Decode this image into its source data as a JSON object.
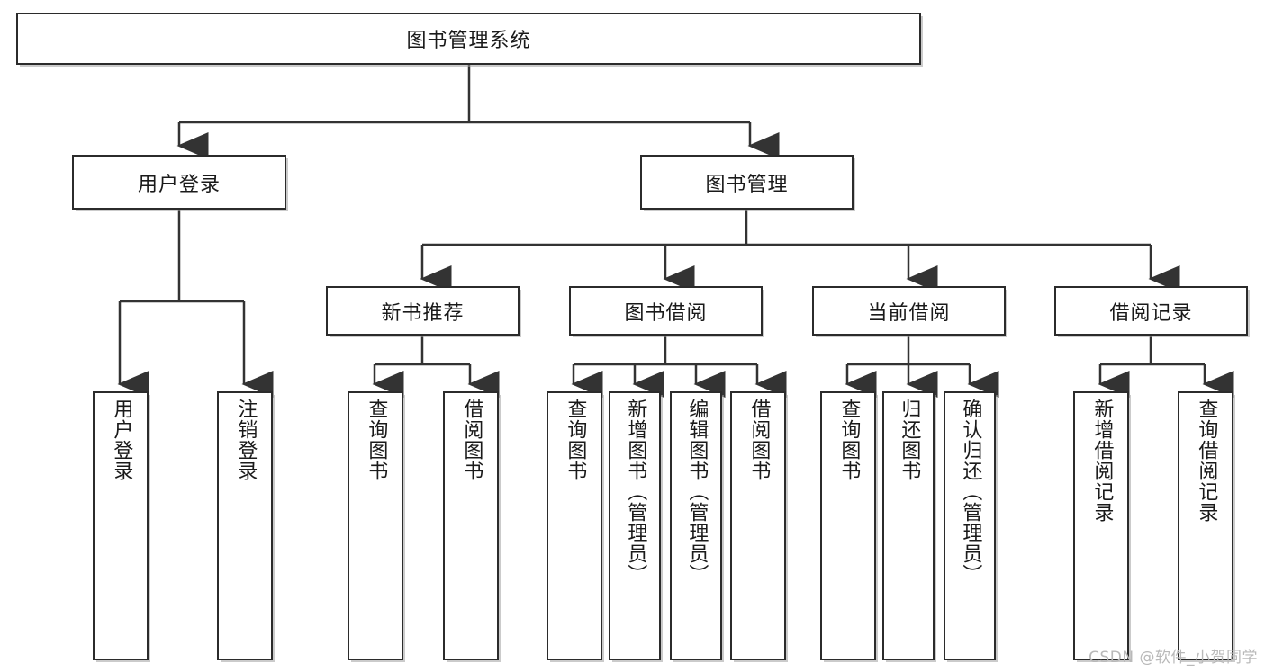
{
  "diagram": {
    "type": "tree-hierarchy",
    "title": "图书管理系统",
    "watermark": "CSDN @软件_小贺同学",
    "colors": {
      "box_border": "#2b2b2b",
      "box_fill": "#ffffff",
      "connector": "#333333",
      "watermark": "#b9b9b9",
      "background": "#ffffff"
    },
    "nodes": {
      "root": {
        "label": "图书管理系统",
        "level": 0
      },
      "l1": [
        {
          "label": "用户登录",
          "level": 1
        },
        {
          "label": "图书管理",
          "level": 1
        }
      ],
      "l2": [
        {
          "label": "新书推荐",
          "level": 2
        },
        {
          "label": "图书借阅",
          "level": 2
        },
        {
          "label": "当前借阅",
          "level": 2
        },
        {
          "label": "借阅记录",
          "level": 2
        }
      ],
      "leaves": {
        "user_login": [
          {
            "label": "用户登录"
          },
          {
            "label": "注销登录"
          }
        ],
        "new_book_recommend": [
          {
            "label": "查询图书"
          },
          {
            "label": "借阅图书"
          }
        ],
        "book_borrow": [
          {
            "label": "查询图书"
          },
          {
            "label": "新增图书（管理员）"
          },
          {
            "label": "编辑图书（管理员）"
          },
          {
            "label": "借阅图书"
          }
        ],
        "current_borrow": [
          {
            "label": "查询图书"
          },
          {
            "label": "归还图书"
          },
          {
            "label": "确认归还（管理员）"
          }
        ],
        "borrow_record": [
          {
            "label": "新增借阅记录"
          },
          {
            "label": "查询借阅记录"
          }
        ]
      }
    }
  }
}
